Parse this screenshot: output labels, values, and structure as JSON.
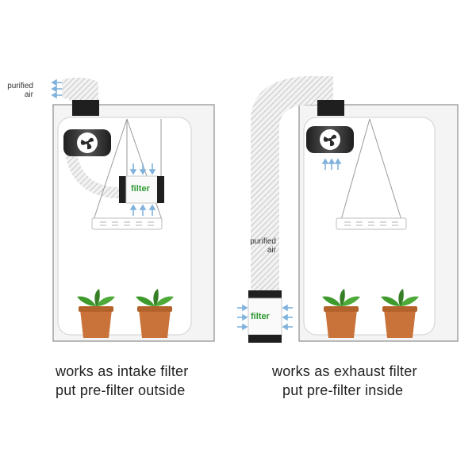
{
  "left_panel": {
    "label": "purified\nair",
    "filter_label": "filter",
    "caption_line1": "works as intake filter",
    "caption_line2": "put pre-filter outside"
  },
  "right_panel": {
    "label": "purified\nair",
    "filter_label": "filter",
    "caption_line1": "works as exhaust filter",
    "caption_line2": "put pre-filter inside"
  },
  "colors": {
    "tent_fill": "#f4f4f4",
    "tent_inner": "#ffffff",
    "tent_stroke": "#8c8c8c",
    "duct": "#c9c9c9",
    "fan": "#2b2b2b",
    "airflow_arrow": "#7fb2dc",
    "filter_text": "#2f9a33",
    "pot": "#c9733a",
    "leaf": "#3f9a2e"
  },
  "icons": [
    "fan-icon",
    "airflow-arrow-icon",
    "plant-icon",
    "grow-light-icon"
  ]
}
